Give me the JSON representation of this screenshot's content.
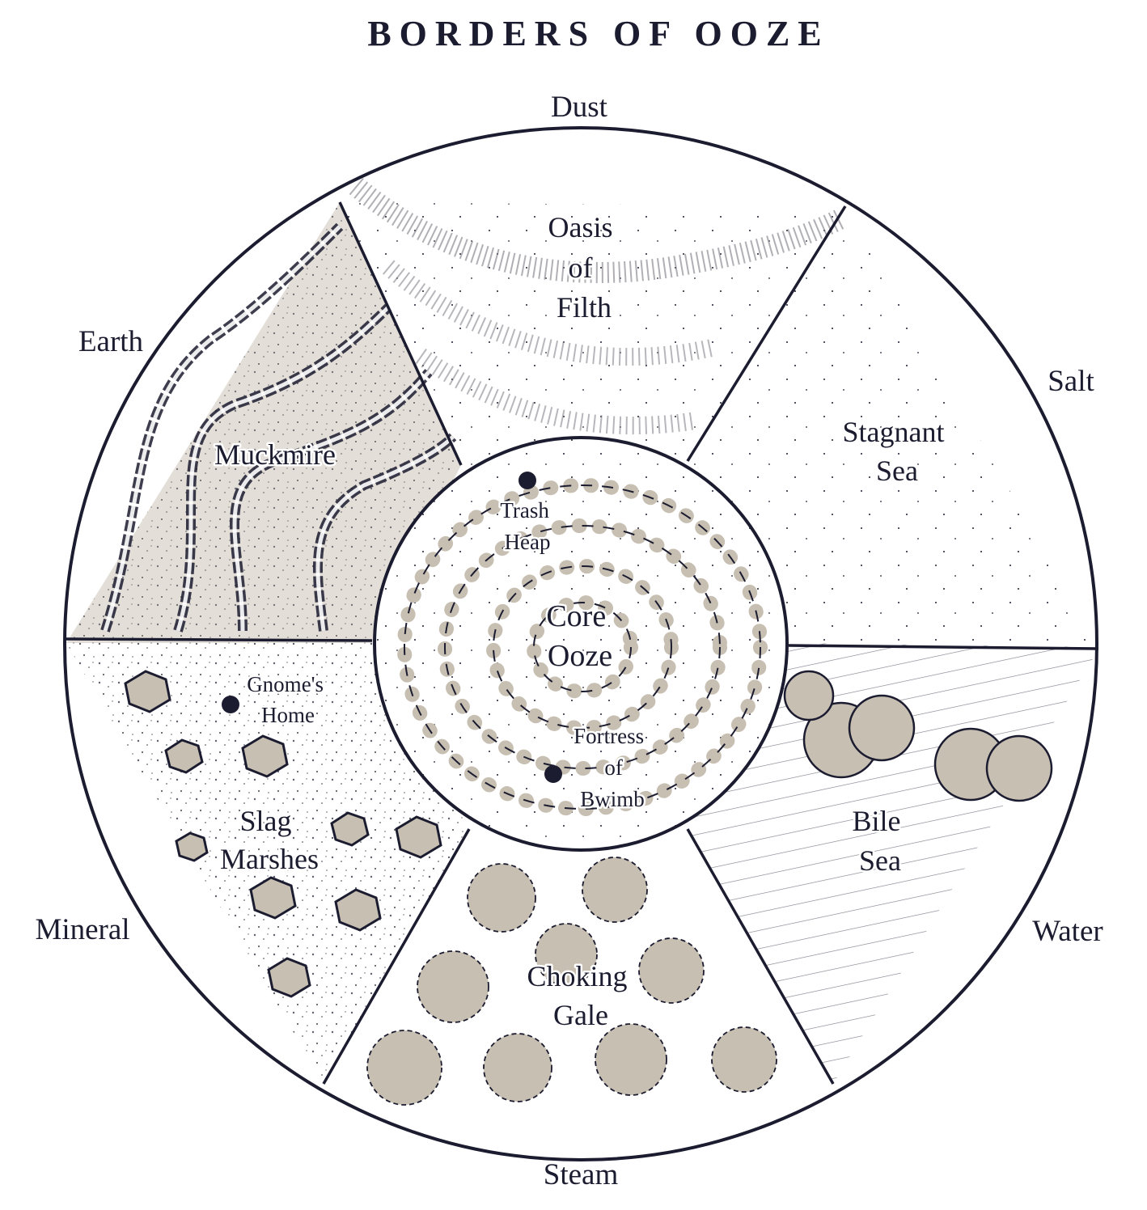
{
  "title": "BORDERS OF OOZE",
  "colors": {
    "ink": "#1c1c30",
    "fill_tone": "#c7bfb2",
    "paper": "#ffffff"
  },
  "outer_labels": {
    "dust": "Dust",
    "salt": "Salt",
    "water": "Water",
    "steam": "Steam",
    "mineral": "Mineral",
    "earth": "Earth"
  },
  "regions": {
    "oasis_of_filth": [
      "Oasis",
      "of",
      "Filth"
    ],
    "stagnant_sea": [
      "Stagnant",
      "Sea"
    ],
    "bile_sea": [
      "Bile",
      "Sea"
    ],
    "choking_gale": [
      "Choking",
      "Gale"
    ],
    "slag_marshes": [
      "Slag",
      "Marshes"
    ],
    "muckmire": [
      "Muckmire"
    ]
  },
  "core": {
    "name": [
      "Core",
      "Ooze"
    ]
  },
  "places": {
    "trash_heap": [
      "Trash",
      "Heap"
    ],
    "fortress_of_bwimb": [
      "Fortress",
      "of",
      "Bwimb"
    ],
    "gnomes_home": [
      "Gnome's",
      "Home"
    ]
  }
}
